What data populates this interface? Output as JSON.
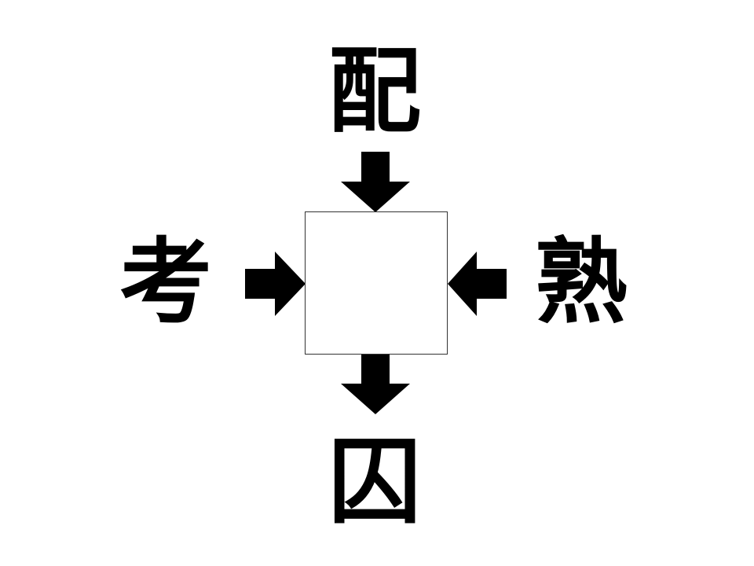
{
  "puzzle": {
    "top": "配",
    "left": "考",
    "right": "熟",
    "bottom": "囚",
    "answer": ""
  },
  "colors": {
    "ink": "#000000",
    "box_border": "#333333",
    "background": "#ffffff"
  },
  "icons": {
    "arrow": "arrow-icon"
  }
}
